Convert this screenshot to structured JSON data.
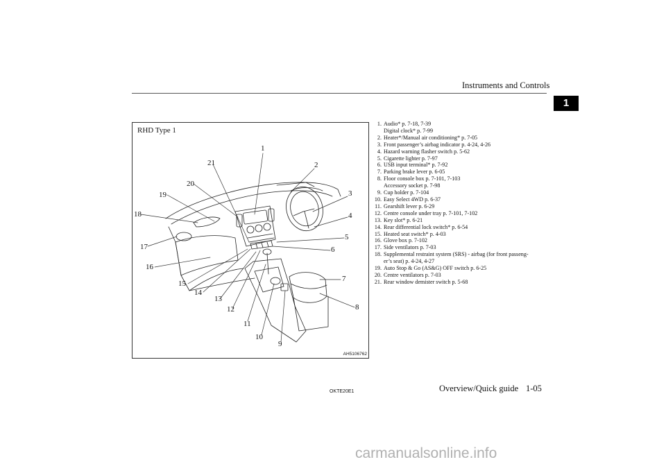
{
  "header": {
    "title": "Instruments and Controls",
    "chapter": "1"
  },
  "figure": {
    "label": "RHD Type 1",
    "code": "AH5106762",
    "callouts": [
      "1",
      "2",
      "3",
      "4",
      "5",
      "6",
      "7",
      "8",
      "9",
      "10",
      "11",
      "12",
      "13",
      "14",
      "15",
      "16",
      "17",
      "18",
      "19",
      "20",
      "21"
    ]
  },
  "items": [
    {
      "num": "1.",
      "lines": [
        "Audio* p. 7-18, 7-39",
        "Digital clock* p. 7-99"
      ]
    },
    {
      "num": "2.",
      "lines": [
        "Heater*/Manual air conditioning* p. 7-05"
      ]
    },
    {
      "num": "3.",
      "lines": [
        "Front passenger’s airbag indicator p. 4-24, 4-26"
      ]
    },
    {
      "num": "4.",
      "lines": [
        "Hazard warning flasher switch p. 5-62"
      ]
    },
    {
      "num": "5.",
      "lines": [
        "Cigarette lighter p. 7-97"
      ]
    },
    {
      "num": "6.",
      "lines": [
        "USB input terminal* p. 7-92"
      ]
    },
    {
      "num": "7.",
      "lines": [
        "Parking brake lever p. 6-05"
      ]
    },
    {
      "num": "8.",
      "lines": [
        "Floor console box p. 7-101, 7-103",
        "Accessory socket p. 7-98"
      ]
    },
    {
      "num": "9.",
      "lines": [
        "Cup holder p. 7-104"
      ]
    },
    {
      "num": "10.",
      "lines": [
        "Easy Select 4WD p. 6-37"
      ]
    },
    {
      "num": "11.",
      "lines": [
        "Gearshift lever p. 6-29"
      ]
    },
    {
      "num": "12.",
      "lines": [
        "Centre console under tray p. 7-101, 7-102"
      ]
    },
    {
      "num": "13.",
      "lines": [
        "Key slot* p. 6-21"
      ]
    },
    {
      "num": "14.",
      "lines": [
        "Rear differential lock switch* p. 6-54"
      ]
    },
    {
      "num": "15.",
      "lines": [
        "Heated seat switch* p. 4-03"
      ]
    },
    {
      "num": "16.",
      "lines": [
        "Glove box p. 7-102"
      ]
    },
    {
      "num": "17.",
      "lines": [
        "Side ventilators p. 7-03"
      ]
    },
    {
      "num": "18.",
      "lines": [
        "Supplemental restraint system (SRS) - airbag (for front passeng-",
        "er’s seat) p. 4-24, 4-27"
      ]
    },
    {
      "num": "19.",
      "lines": [
        "Auto Stop & Go (AS&G) OFF switch p. 6-25"
      ]
    },
    {
      "num": "20.",
      "lines": [
        "Centre ventilators p. 7-03"
      ]
    },
    {
      "num": "21.",
      "lines": [
        "Rear window demister switch p. 5-68"
      ]
    }
  ],
  "footer": {
    "code": "OKTE20E1",
    "section": "Overview/Quick guide",
    "page": "1-05"
  },
  "watermark": "carmanualsonline.info"
}
